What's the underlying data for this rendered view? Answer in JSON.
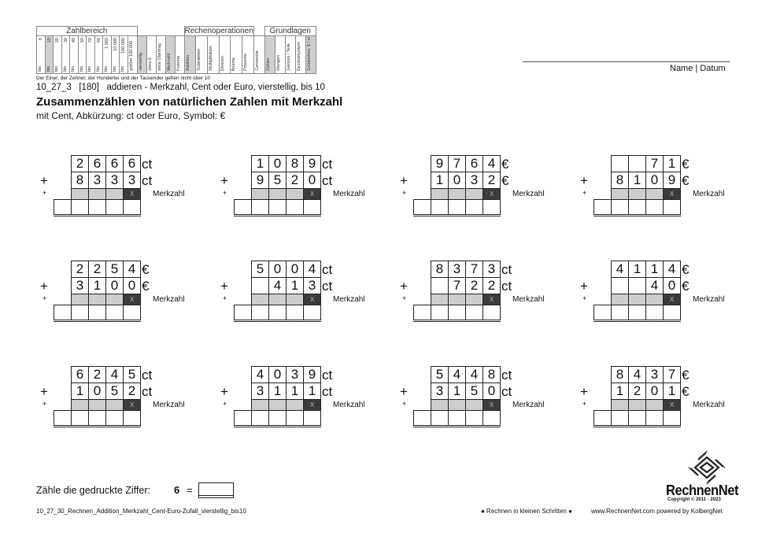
{
  "header": {
    "groups": [
      "Zahlbereich",
      "Rechenoperationen",
      "Grundlagen"
    ],
    "zahlbereich_cols": [
      {
        "prefix": "bis",
        "value": "9"
      },
      {
        "prefix": "bis",
        "value": "10",
        "selected": true
      },
      {
        "prefix": "bis",
        "value": "20"
      },
      {
        "prefix": "bis",
        "value": "30"
      },
      {
        "prefix": "bis",
        "value": "40"
      },
      {
        "prefix": "bis",
        "value": "50"
      },
      {
        "prefix": "bis",
        "value": "70"
      },
      {
        "prefix": "bis",
        "value": "99"
      },
      {
        "prefix": "bis",
        "value": "1.000"
      },
      {
        "prefix": "bis",
        "value": "10.000"
      },
      {
        "prefix": "bis",
        "value": "100.000"
      },
      {
        "prefix": "",
        "value": "größer 100.000"
      }
    ],
    "mid_cols": [
      {
        "label": "vierstellig",
        "selected": true
      },
      {
        "label": "ohne 0"
      },
      {
        "label": "ohne Übertrag"
      },
      {
        "label": "Merkzahl",
        "selected": true
      },
      {
        "label": "Komma"
      }
    ],
    "ops_cols": [
      {
        "label": "Addition",
        "selected": true
      },
      {
        "label": "Subtraktion"
      },
      {
        "label": "Multiplikation"
      },
      {
        "label": "Division"
      },
      {
        "label": "Brüche"
      },
      {
        "label": "Prozente"
      }
    ],
    "geo_col": "Geometrie",
    "grund_cols": [
      {
        "label": "Zahlen",
        "selected": true
      },
      {
        "label": "Mengen"
      },
      {
        "label": "Ganzes / Teile"
      },
      {
        "label": "Dezimalsystem"
      },
      {
        "label": "Geldeinheit, € / ct",
        "selected": true
      }
    ],
    "note": "Der Einer, der Zehner, der Hunderter und der Tausender gehen nicht über 10",
    "name_date": "Name | Datum"
  },
  "worksheet": {
    "code_line": "10_27_3   [180]   addieren - Merkzahl, Cent oder Euro, vierstellig, bis 10",
    "title": "Zusammenzählen von natürlichen Zahlen mit Merkzahl",
    "subtitle": "mit Cent, Abkürzung: ct oder Euro, Symbol: €",
    "merkzahl_label": "Merkzahl",
    "carry_mark": "X",
    "plus": "+"
  },
  "problems": [
    {
      "a": [
        "2",
        "6",
        "6",
        "6"
      ],
      "b": [
        "8",
        "3",
        "3",
        "3"
      ],
      "unit": "ct"
    },
    {
      "a": [
        "1",
        "0",
        "8",
        "9"
      ],
      "b": [
        "9",
        "5",
        "2",
        "0"
      ],
      "unit": "ct"
    },
    {
      "a": [
        "9",
        "7",
        "6",
        "4"
      ],
      "b": [
        "1",
        "0",
        "3",
        "2"
      ],
      "unit": "€"
    },
    {
      "a": [
        "",
        "",
        "7",
        "1"
      ],
      "b": [
        "8",
        "1",
        "0",
        "9"
      ],
      "unit": "€"
    },
    {
      "a": [
        "2",
        "2",
        "5",
        "4"
      ],
      "b": [
        "3",
        "1",
        "0",
        "0"
      ],
      "unit": "€"
    },
    {
      "a": [
        "5",
        "0",
        "0",
        "4"
      ],
      "b": [
        "",
        "4",
        "1",
        "3"
      ],
      "unit": "ct"
    },
    {
      "a": [
        "8",
        "3",
        "7",
        "3"
      ],
      "b": [
        "",
        "7",
        "2",
        "2"
      ],
      "unit": "ct"
    },
    {
      "a": [
        "4",
        "1",
        "1",
        "4"
      ],
      "b": [
        "",
        "",
        "4",
        "0"
      ],
      "unit": "€"
    },
    {
      "a": [
        "6",
        "2",
        "4",
        "5"
      ],
      "b": [
        "1",
        "0",
        "5",
        "2"
      ],
      "unit": "ct"
    },
    {
      "a": [
        "4",
        "0",
        "3",
        "9"
      ],
      "b": [
        "3",
        "1",
        "1",
        "1"
      ],
      "unit": "ct"
    },
    {
      "a": [
        "5",
        "4",
        "4",
        "8"
      ],
      "b": [
        "3",
        "1",
        "5",
        "0"
      ],
      "unit": "ct"
    },
    {
      "a": [
        "8",
        "4",
        "3",
        "7"
      ],
      "b": [
        "1",
        "2",
        "0",
        "1"
      ],
      "unit": "€"
    }
  ],
  "footer": {
    "count_label": "Zähle die gedruckte Ziffer:",
    "count_digit": "6",
    "equals": "=",
    "filename": "10_27_30_Rechnen_Addition_Merkzahl_Cent-Euro-Zufall_vierstellig_bis10",
    "slogan": "● Rechnen in kleinen Schritten ●",
    "site": "www.RechnenNet.com powered by KolbergNet",
    "logo_text": "RechnenNet",
    "copyright": "Copyright © 2011 - 2023"
  }
}
